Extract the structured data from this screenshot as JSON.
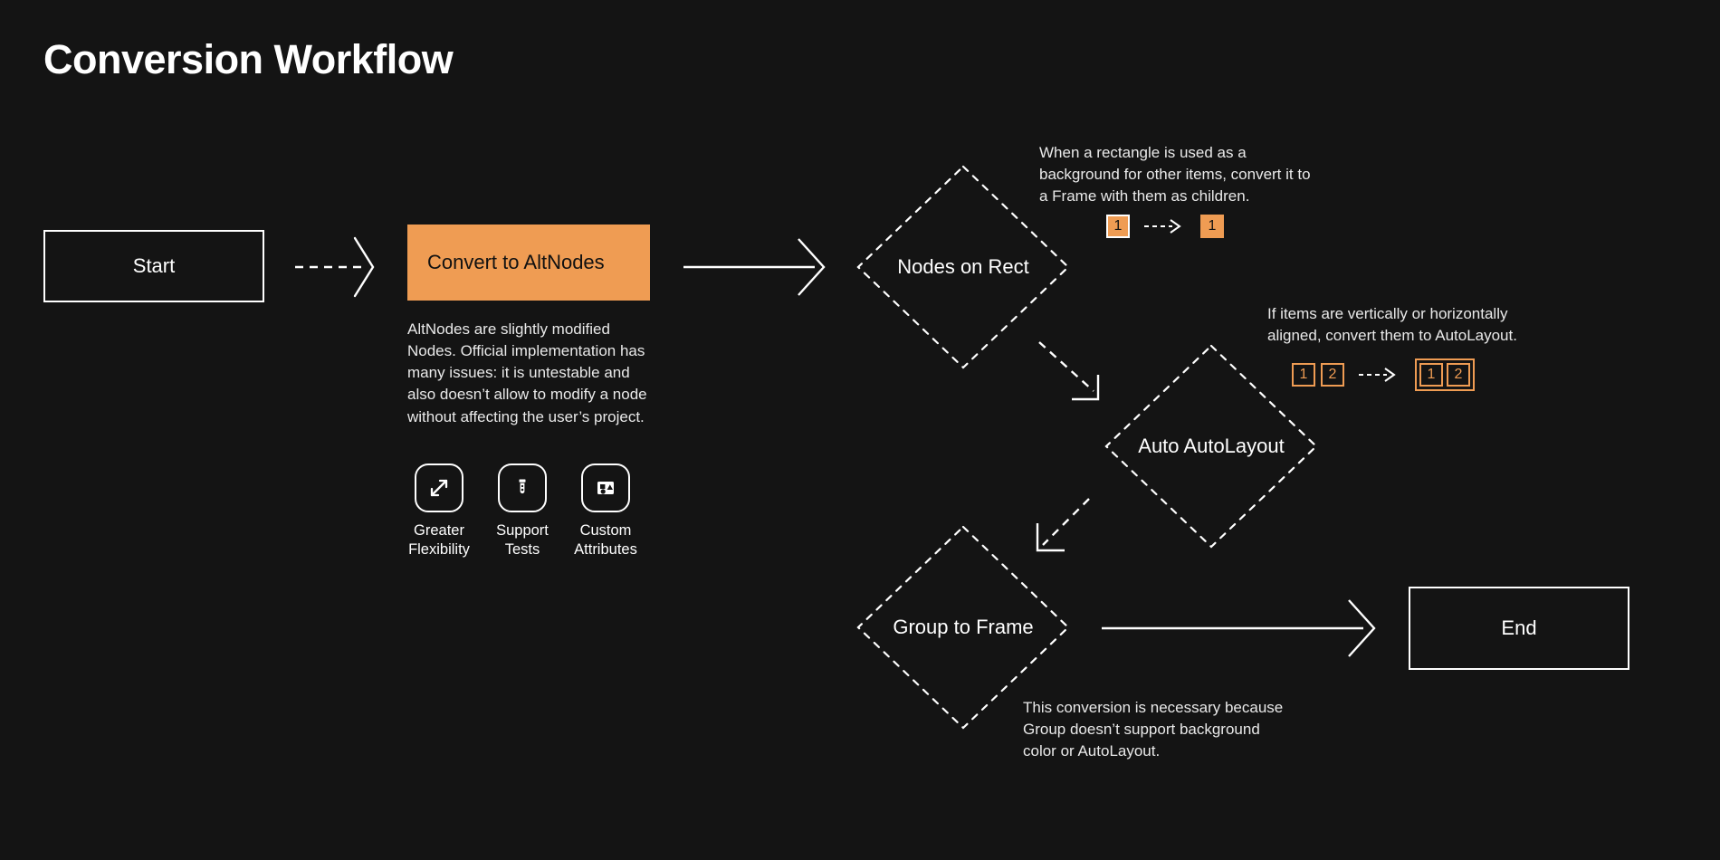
{
  "title": "Conversion Workflow",
  "theme": {
    "background": "#141414",
    "foreground": "#ffffff",
    "accent": "#ef9c53",
    "note_text": "#e9e9e9"
  },
  "nodes": {
    "start": {
      "label": "Start",
      "shape": "rectangle",
      "style": "outline"
    },
    "convert": {
      "label": "Convert to AltNodes",
      "shape": "rectangle",
      "style": "filled-accent"
    },
    "nodes_on_rect": {
      "label": "Nodes on Rect",
      "shape": "diamond",
      "style": "dashed"
    },
    "auto_autolayout": {
      "label": "Auto AutoLayout",
      "shape": "diamond",
      "style": "dashed"
    },
    "group_to_frame": {
      "label": "Group to Frame",
      "shape": "diamond",
      "style": "dashed"
    },
    "end": {
      "label": "End",
      "shape": "rectangle",
      "style": "outline"
    }
  },
  "edges": [
    {
      "from": "start",
      "to": "convert",
      "style": "dashed",
      "direction": "right"
    },
    {
      "from": "convert",
      "to": "nodes_on_rect",
      "style": "solid",
      "direction": "right"
    },
    {
      "from": "nodes_on_rect",
      "to": "auto_autolayout",
      "style": "dashed",
      "direction": "down-right"
    },
    {
      "from": "auto_autolayout",
      "to": "group_to_frame",
      "style": "dashed",
      "direction": "down-left"
    },
    {
      "from": "group_to_frame",
      "to": "end",
      "style": "solid",
      "direction": "right"
    }
  ],
  "notes": {
    "altnodes": "AltNodes are slightly modified Nodes. Official implementation has many issues: it is untestable and also doesn’t allow to modify a node without affecting the user’s project.",
    "nodes_on_rect": "When a rectangle is used as a background for other items, convert it to a Frame with them as children.",
    "auto_autolayout": "If items are vertically or horizontally aligned, convert them to AutoLayout.",
    "group_to_frame": "This conversion is necessary because Group doesn’t support background color or AutoLayout."
  },
  "features": [
    {
      "icon": "expand-arrows-icon",
      "label_line1": "Greater",
      "label_line2": "Flexibility"
    },
    {
      "icon": "test-tube-icon",
      "label_line1": "Support",
      "label_line2": "Tests"
    },
    {
      "icon": "shapes-icon",
      "label_line1": "Custom",
      "label_line2": "Attributes"
    }
  ],
  "illustrations": {
    "rect_to_frame": {
      "before": [
        {
          "number": "1",
          "style": "solid-bordered"
        }
      ],
      "after": [
        {
          "number": "1",
          "style": "solid"
        }
      ],
      "arrow": "dashed"
    },
    "items_to_autolayout": {
      "before": [
        {
          "number": "1",
          "style": "outline"
        },
        {
          "number": "2",
          "style": "outline"
        }
      ],
      "after_frame": [
        {
          "number": "1",
          "style": "outline"
        },
        {
          "number": "2",
          "style": "outline"
        }
      ],
      "arrow": "dashed"
    }
  }
}
